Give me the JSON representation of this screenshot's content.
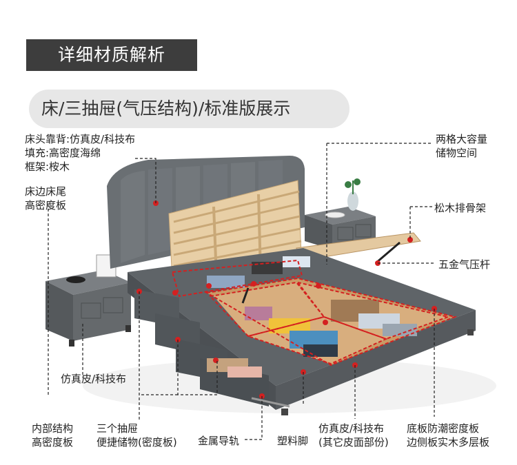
{
  "header": {
    "title": "详细材质解析",
    "subtitle": "床/三抽屉(气压结构)/标准版展示"
  },
  "labels": {
    "headboard": [
      "床头靠背:仿真皮/科技布",
      "填充:高密度海绵",
      "框架:桉木"
    ],
    "bed_tail": [
      "床边床尾",
      "高密度板"
    ],
    "storage": [
      "两格大容量",
      "储物空间"
    ],
    "slats": "松木排骨架",
    "gas_strut": "五金气压杆",
    "leather_left": "仿真皮/科技布",
    "inner": [
      "内部结构",
      "高密度板"
    ],
    "drawers": [
      "三个抽屉",
      "便捷储物(密度板)"
    ],
    "rail": "金属导轨",
    "foot": "塑料脚",
    "leather_bottom": [
      "仿真皮/科技布",
      "(其它皮面部份)"
    ],
    "base": [
      "底板防潮密度板",
      "边侧板实木多层板"
    ]
  },
  "colors": {
    "title_bg": "#3d3d3d",
    "pill_bg": "#e7e7e7",
    "bed_gray": "#5f6468",
    "wood": "#e4c9a0",
    "highlight_red": "#d42020"
  }
}
